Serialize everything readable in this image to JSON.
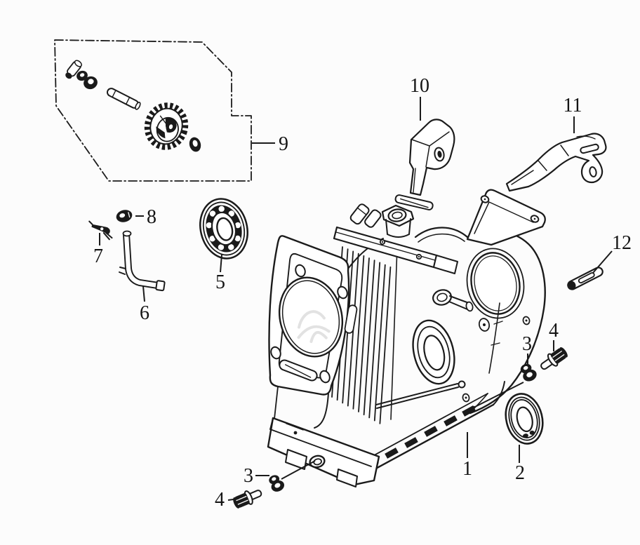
{
  "figure": {
    "kind": "exploded-parts-line-diagram",
    "colors": {
      "background": "#fcfcfc",
      "line": "#1b1b1b",
      "part_fill": "#ffffff",
      "hardware_fill": "#1a1a1a"
    }
  },
  "callouts": [
    {
      "label": "1"
    },
    {
      "label": "2"
    },
    {
      "label": "3"
    },
    {
      "label": "4"
    },
    {
      "label": "3"
    },
    {
      "label": "4"
    },
    {
      "label": "5"
    },
    {
      "label": "6"
    },
    {
      "label": "7"
    },
    {
      "label": "8"
    },
    {
      "label": "9"
    },
    {
      "label": "10"
    },
    {
      "label": "11"
    },
    {
      "label": "12"
    }
  ]
}
